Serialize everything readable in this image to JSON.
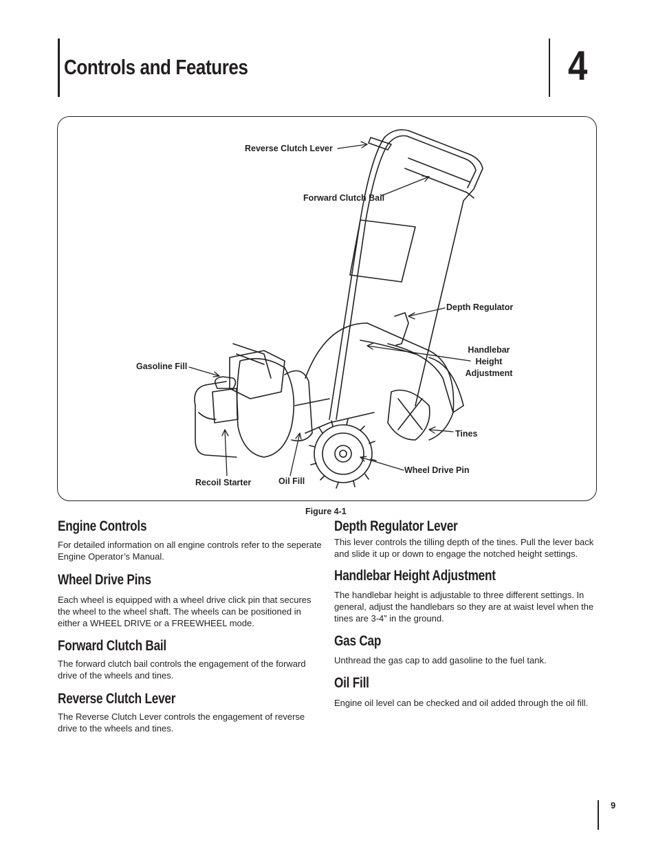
{
  "header": {
    "title": "Controls and Features",
    "chapter_number": "4"
  },
  "figure": {
    "caption": "Figure 4-1",
    "callouts": {
      "reverse_clutch_lever": "Reverse Clutch Lever",
      "forward_clutch_bail": "Forward Clutch Bail",
      "depth_regulator": "Depth Regulator",
      "handlebar_height_1": "Handlebar",
      "handlebar_height_2": "Height",
      "handlebar_height_3": "Adjustment",
      "gasoline_fill": "Gasoline Fill",
      "tines": "Tines",
      "wheel_drive_pin": "Wheel Drive Pin",
      "recoil_starter": "Recoil Starter",
      "oil_fill": "Oil Fill"
    }
  },
  "sections_left": [
    {
      "heading": "Engine Controls",
      "body": "For detailed information on all engine controls refer to the seperate Engine Operator’s Manual."
    },
    {
      "heading": "Wheel Drive Pins",
      "body": "Each wheel is equipped with a wheel drive click pin that secures the wheel to the wheel shaft. The wheels can be positioned in either a WHEEL DRIVE or a FREEWHEEL mode."
    },
    {
      "heading": "Forward Clutch Bail",
      "body": "The forward clutch bail controls the engagement of the forward drive of the wheels and tines."
    },
    {
      "heading": "Reverse Clutch Lever",
      "body": "The Reverse Clutch Lever controls the engagement of reverse drive to the wheels and tines."
    }
  ],
  "sections_right": [
    {
      "heading": "Depth Regulator Lever",
      "body": "This lever controls the tilling depth of the tines. Pull the lever back and slide it up or down to engage the notched height settings."
    },
    {
      "heading": "Handlebar Height Adjustment",
      "body": "The handlebar height is adjustable to three different settings. In general, adjust the handlebars so they are at waist level when the tines are 3-4” in the ground."
    },
    {
      "heading": "Gas Cap",
      "body": "Unthread the gas cap to add gasoline to the fuel tank."
    },
    {
      "heading": "Oil Fill",
      "body": "Engine oil level can be checked and oil added through the oil fill."
    }
  ],
  "footer": {
    "page_number": "9"
  }
}
